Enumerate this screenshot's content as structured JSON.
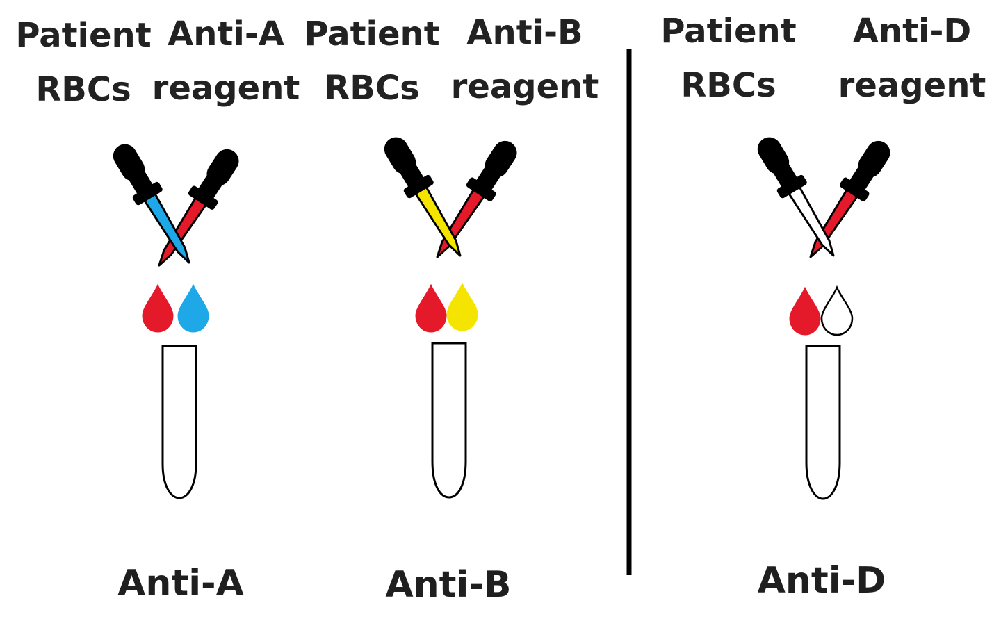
{
  "groups": [
    {
      "id": "anti-a",
      "left_label": "Patient\nRBCs",
      "right_label": "Anti-A\nreagent",
      "caption": "Anti-A",
      "left_color": "#e41a2a",
      "right_color": "#1fa8e8"
    },
    {
      "id": "anti-b",
      "left_label": "Patient\nRBCs",
      "right_label": "Anti-B\nreagent",
      "caption": "Anti-B",
      "left_color": "#e41a2a",
      "right_color": "#f5e400"
    },
    {
      "id": "anti-d",
      "left_label": "Patient\nRBCs",
      "right_label": "Anti-D\nreagent",
      "caption": "Anti-D",
      "left_color": "#e41a2a",
      "right_color": "#ffffff"
    }
  ],
  "colors": {
    "bulb": "#000000",
    "outline": "#000000",
    "divider": "#000000"
  },
  "icons": {
    "dropper": "pipette-icon",
    "drop": "droplet-icon",
    "tube": "test-tube-icon"
  }
}
